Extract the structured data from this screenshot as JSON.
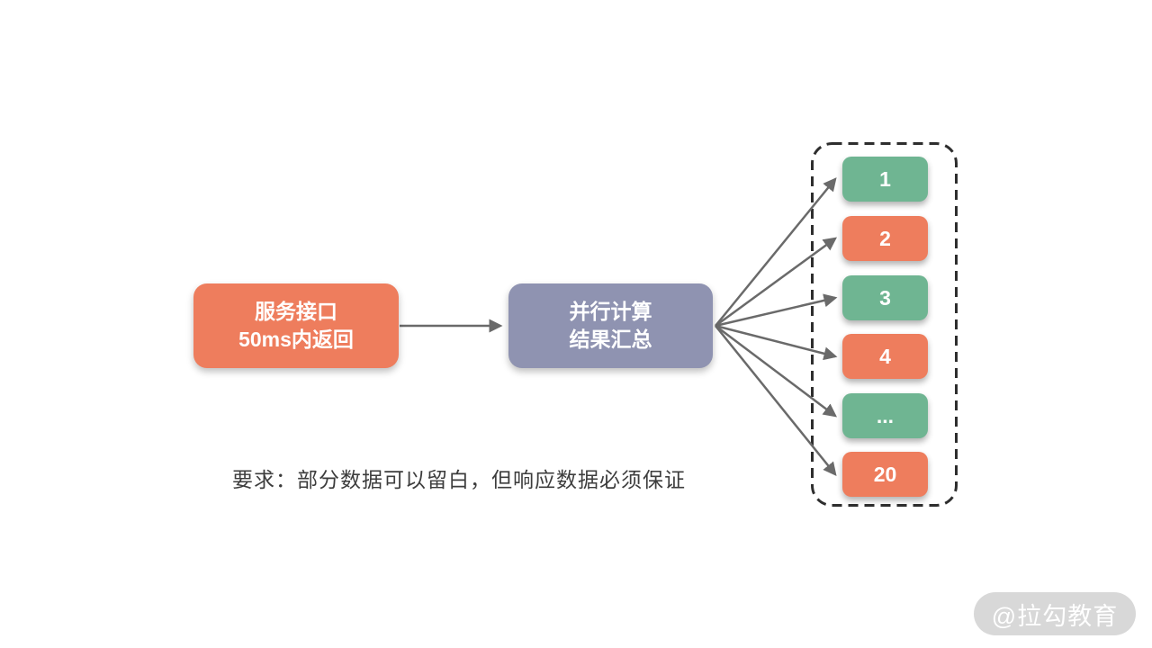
{
  "colors": {
    "orange": "#EE7D5D",
    "green": "#6FB592",
    "purple": "#8F93B1",
    "arrow_gray": "#6A6A6A",
    "dashed_border": "#2E2E2E",
    "note_text": "#3D3D3D",
    "watermark_bg": "#D8D8D8",
    "watermark_text": "#FFFFFF",
    "background": "#FFFFFF"
  },
  "diagram": {
    "service_box": {
      "line1": "服务接口",
      "line2": "50ms内返回"
    },
    "compute_box": {
      "line1": "并行计算",
      "line2": "结果汇总"
    },
    "tasks": [
      {
        "label": "1",
        "color": "green"
      },
      {
        "label": "2",
        "color": "orange"
      },
      {
        "label": "3",
        "color": "green"
      },
      {
        "label": "4",
        "color": "orange"
      },
      {
        "label": "...",
        "color": "green"
      },
      {
        "label": "20",
        "color": "orange"
      }
    ]
  },
  "note": {
    "text": "要求：部分数据可以留白，但响应数据必须保证"
  },
  "watermark": {
    "text": "@拉勾教育"
  }
}
